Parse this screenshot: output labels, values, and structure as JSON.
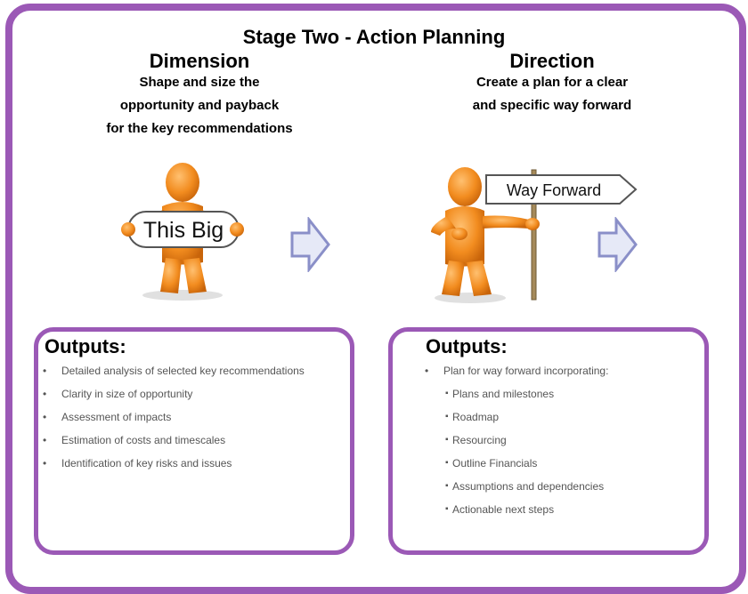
{
  "title": "Stage Two - Action Planning",
  "left": {
    "heading": "Dimension",
    "description": [
      "Shape and size the",
      "opportunity and payback",
      "for the key recommendations"
    ],
    "sign_text": "This Big",
    "outputs_title": "Outputs:",
    "outputs": [
      "Detailed analysis of selected key recommendations",
      "Clarity in size of opportunity",
      "Assessment of impacts",
      "Estimation of costs and timescales",
      "Identification of key risks and issues"
    ]
  },
  "right": {
    "heading": "Direction",
    "description": [
      "Create a plan for a clear",
      "and specific way forward"
    ],
    "sign_text": "Way Forward",
    "outputs_title": "Outputs:",
    "outputs": [
      "Plan for way forward incorporating:"
    ],
    "sub_outputs": [
      "Plans and milestones",
      "Roadmap",
      "Resourcing",
      "Outline Financials",
      "Assumptions and dependencies",
      "Actionable next steps"
    ]
  },
  "colors": {
    "frame": "#9b59b6",
    "figure": "#f28c1f",
    "arrow_fill": "#e6e9f7",
    "arrow_stroke": "#8a8fc8",
    "bullet_text": "#555555"
  }
}
